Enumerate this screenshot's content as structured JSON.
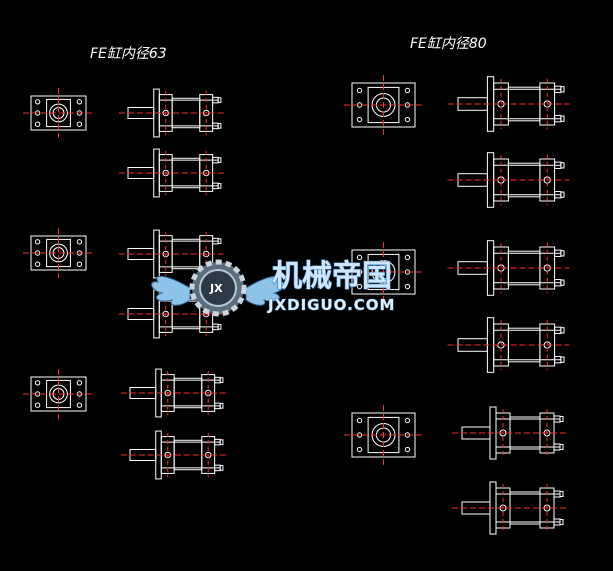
{
  "drawing": {
    "groups": [
      {
        "label": "FE缸内径63"
      },
      {
        "label": "FE缸内径80"
      }
    ]
  },
  "watermark": {
    "name_cn": "机械帝国",
    "name_en": "JXDIGUO.COM",
    "badge": "JX"
  },
  "colors": {
    "background": "#000000",
    "outline": "#ffffff",
    "centerline": "#ff2a2a",
    "watermark_fill": "#cfe6ff",
    "watermark_stroke": "#3a7fb0"
  }
}
